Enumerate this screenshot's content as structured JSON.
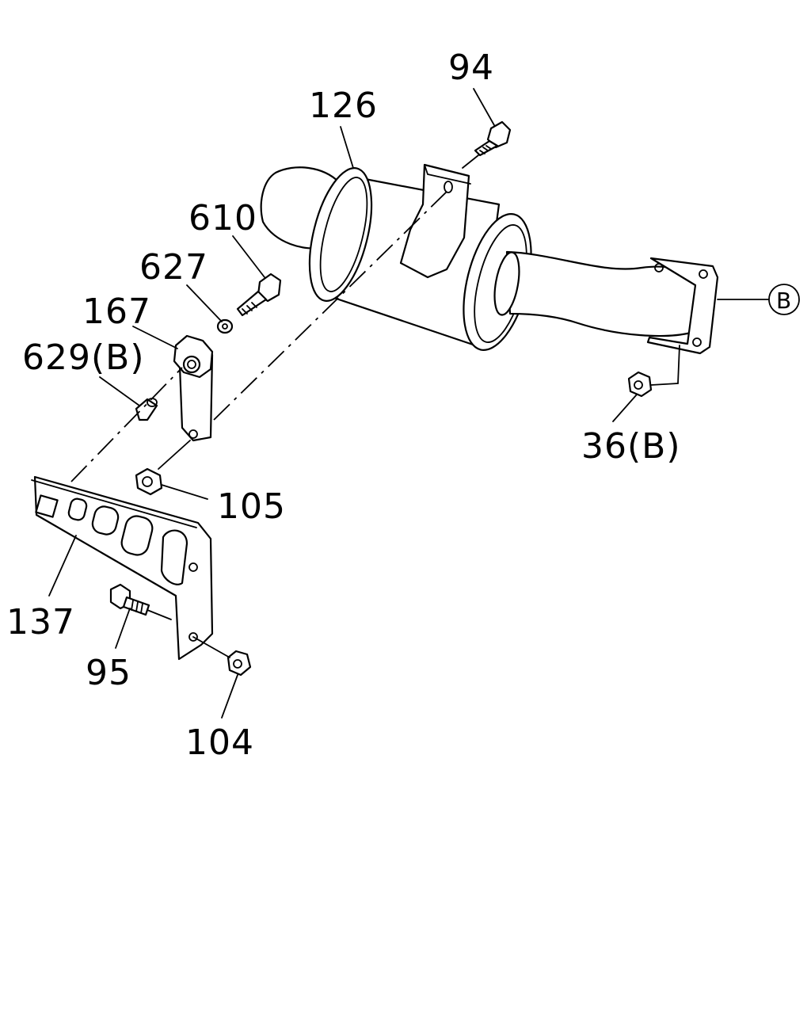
{
  "labels": {
    "l94": "94",
    "l126": "126",
    "l610": "610",
    "l627": "627",
    "l167": "167",
    "l629": "629(B)",
    "l105": "105",
    "l137": "137",
    "l95": "95",
    "l104": "104",
    "l36": "36(B)",
    "lB": "B"
  }
}
